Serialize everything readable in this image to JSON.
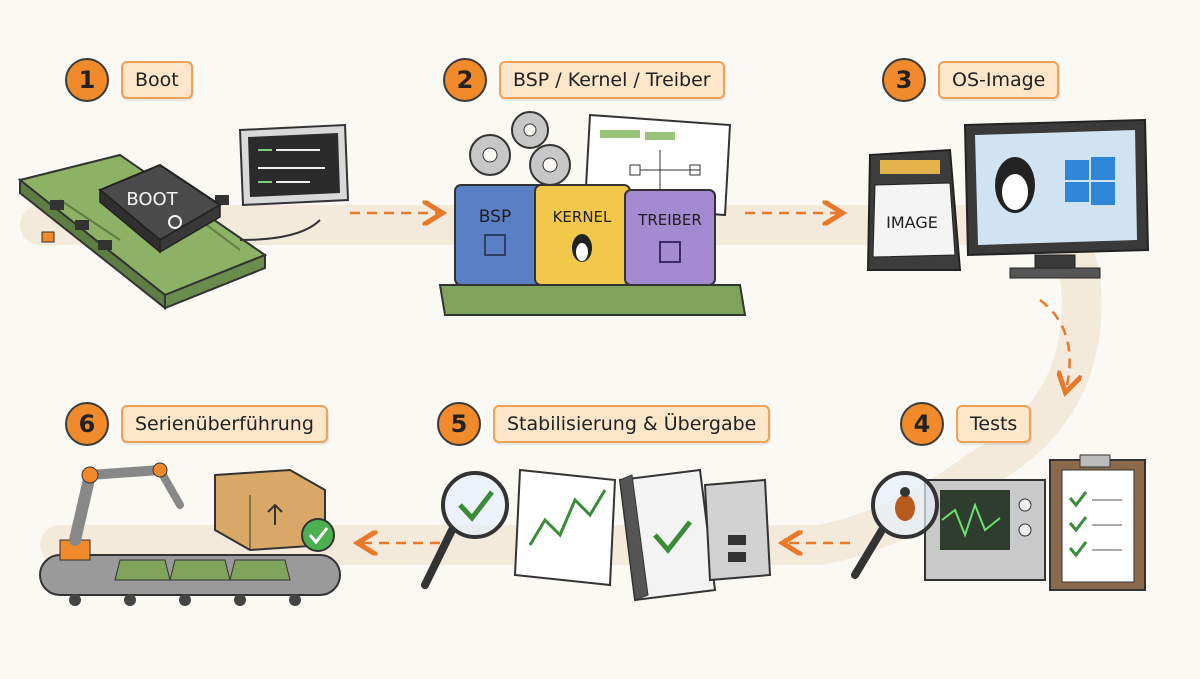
{
  "steps": [
    {
      "number": "1",
      "label": "Boot"
    },
    {
      "number": "2",
      "label": "BSP / Kernel / Treiber"
    },
    {
      "number": "3",
      "label": "OS-Image"
    },
    {
      "number": "4",
      "label": "Tests"
    },
    {
      "number": "5",
      "label": "Stabilisierung & Übergabe"
    },
    {
      "number": "6",
      "label": "Serienüberführung"
    }
  ],
  "illustrations": {
    "boot_chip": "BOOT",
    "puzzle": [
      "BSP",
      "KERNEL",
      "TREIBER"
    ],
    "sd_card": "IMAGE"
  },
  "colors": {
    "accent": "#f08a2a",
    "label_fill": "#fde6c9",
    "pcb_green": "#7fa35a",
    "bsp_blue": "#5b7fc4",
    "kernel_yellow": "#f2c84b",
    "treiber_purple": "#a48ad0",
    "check_green": "#4caf50"
  }
}
